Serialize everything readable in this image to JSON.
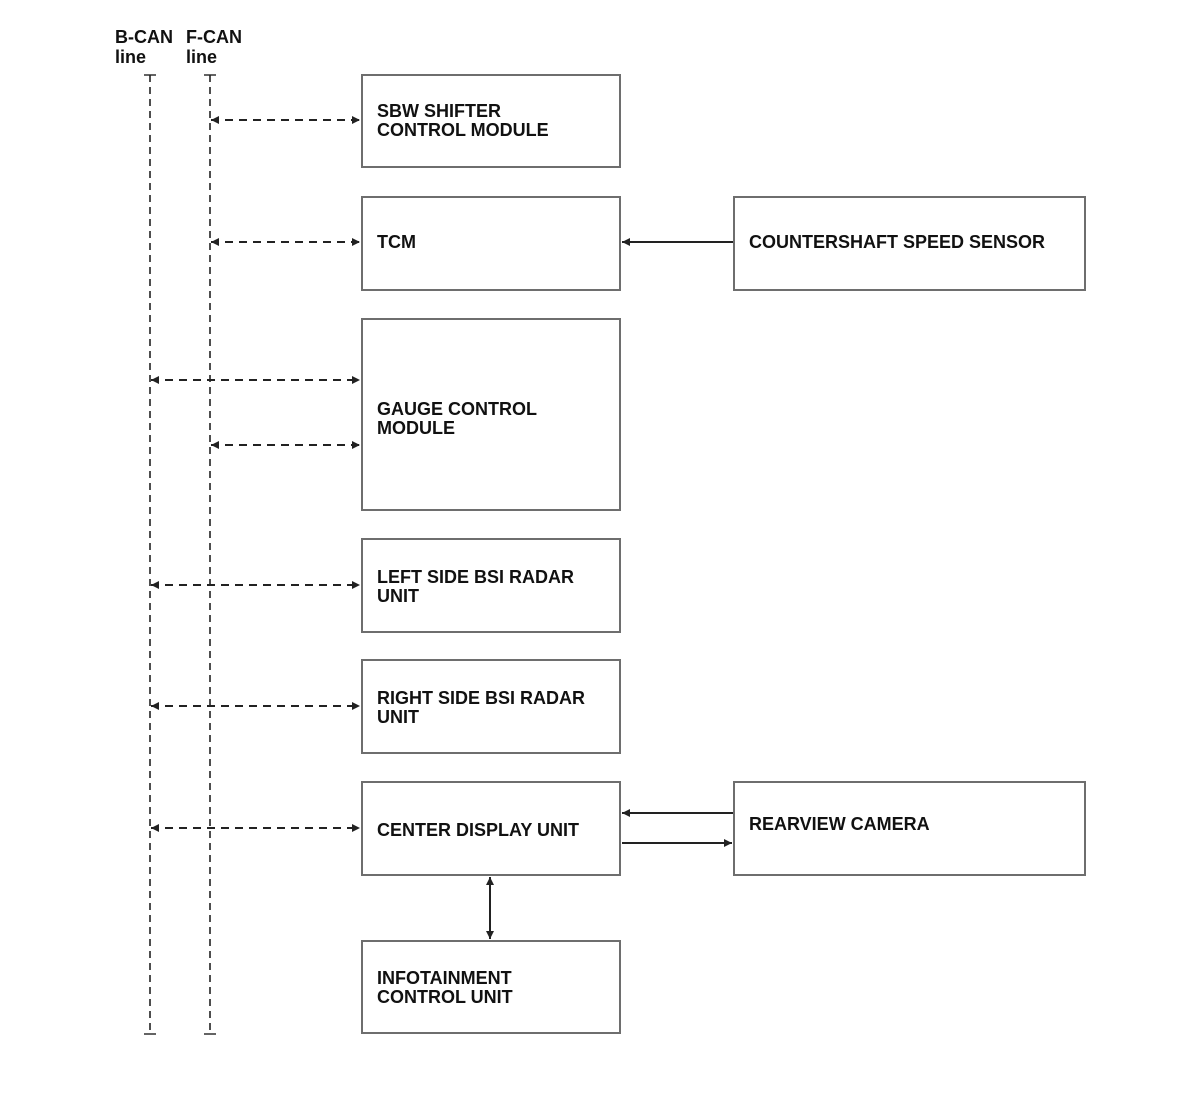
{
  "buses": {
    "b_can": {
      "line1": "B-CAN",
      "line2": "line"
    },
    "f_can": {
      "line1": "F-CAN",
      "line2": "line"
    }
  },
  "modules": {
    "sbw_shifter": {
      "line1": "SBW SHIFTER",
      "line2": "CONTROL MODULE"
    },
    "tcm": {
      "line1": "TCM"
    },
    "countershaft_sensor": {
      "line1": "COUNTERSHAFT SPEED SENSOR"
    },
    "gauge_control": {
      "line1": "GAUGE CONTROL",
      "line2": "MODULE"
    },
    "left_bsi": {
      "line1": "LEFT SIDE BSI RADAR",
      "line2": "UNIT"
    },
    "right_bsi": {
      "line1": "RIGHT SIDE BSI RADAR",
      "line2": "UNIT"
    },
    "center_display": {
      "line1": "CENTER DISPLAY UNIT"
    },
    "rearview_camera": {
      "line1": "REARVIEW CAMERA"
    },
    "infotainment": {
      "line1": "INFOTAINMENT",
      "line2": "CONTROL UNIT"
    }
  },
  "connections": [
    {
      "from": "F-CAN",
      "to": "SBW SHIFTER CONTROL MODULE",
      "type": "bidirectional-dashed"
    },
    {
      "from": "F-CAN",
      "to": "TCM",
      "type": "bidirectional-dashed"
    },
    {
      "from": "COUNTERSHAFT SPEED SENSOR",
      "to": "TCM",
      "type": "solid"
    },
    {
      "from": "B-CAN",
      "to": "GAUGE CONTROL MODULE",
      "type": "bidirectional-dashed"
    },
    {
      "from": "F-CAN",
      "to": "GAUGE CONTROL MODULE",
      "type": "bidirectional-dashed"
    },
    {
      "from": "B-CAN",
      "to": "LEFT SIDE BSI RADAR UNIT",
      "type": "bidirectional-dashed"
    },
    {
      "from": "B-CAN",
      "to": "RIGHT SIDE BSI RADAR UNIT",
      "type": "bidirectional-dashed"
    },
    {
      "from": "B-CAN",
      "to": "CENTER DISPLAY UNIT",
      "type": "bidirectional-dashed"
    },
    {
      "from": "REARVIEW CAMERA",
      "to": "CENTER DISPLAY UNIT",
      "type": "solid"
    },
    {
      "from": "CENTER DISPLAY UNIT",
      "to": "REARVIEW CAMERA",
      "type": "solid"
    },
    {
      "from": "CENTER DISPLAY UNIT",
      "to": "INFOTAINMENT CONTROL UNIT",
      "type": "bidirectional-solid"
    }
  ],
  "colors": {
    "line": "#222222",
    "box_border": "#6e6e6e",
    "background": "#ffffff"
  }
}
